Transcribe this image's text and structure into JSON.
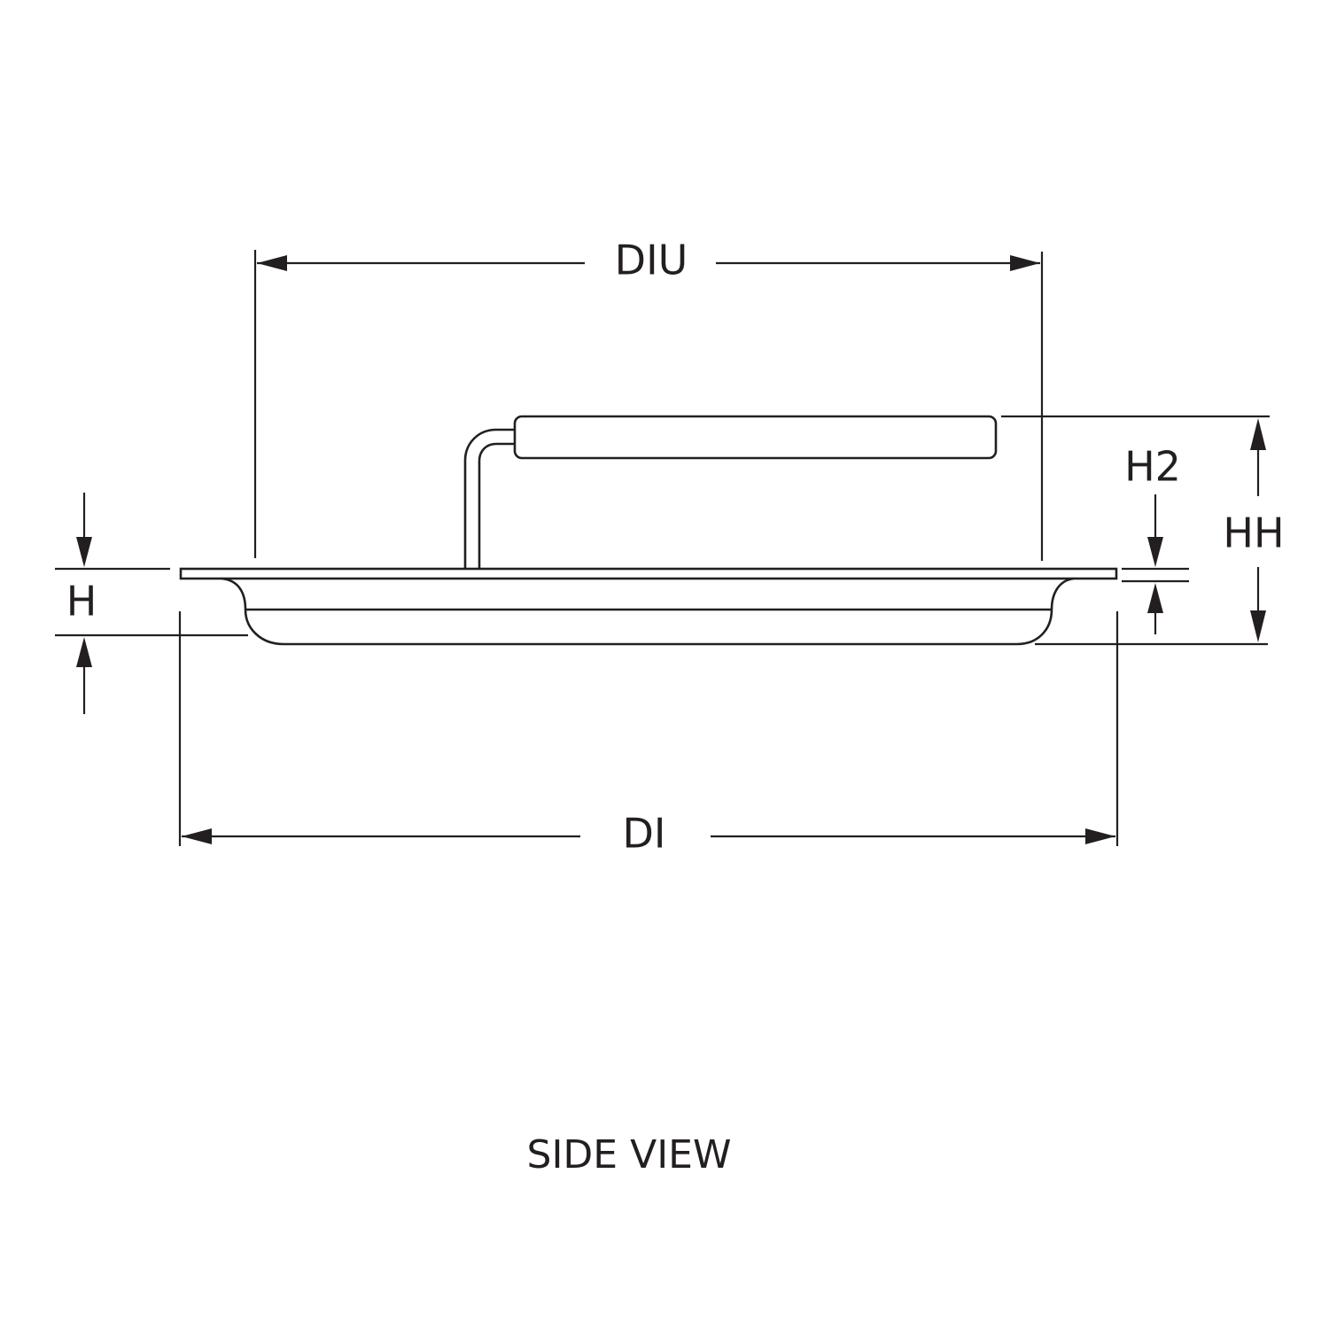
{
  "diagram": {
    "caption": "SIDE VIEW",
    "dimensions": {
      "diu": "DIU",
      "di": "DI",
      "h": "H",
      "h2": "H2",
      "hh": "HH"
    },
    "line_color": "#231f20"
  }
}
